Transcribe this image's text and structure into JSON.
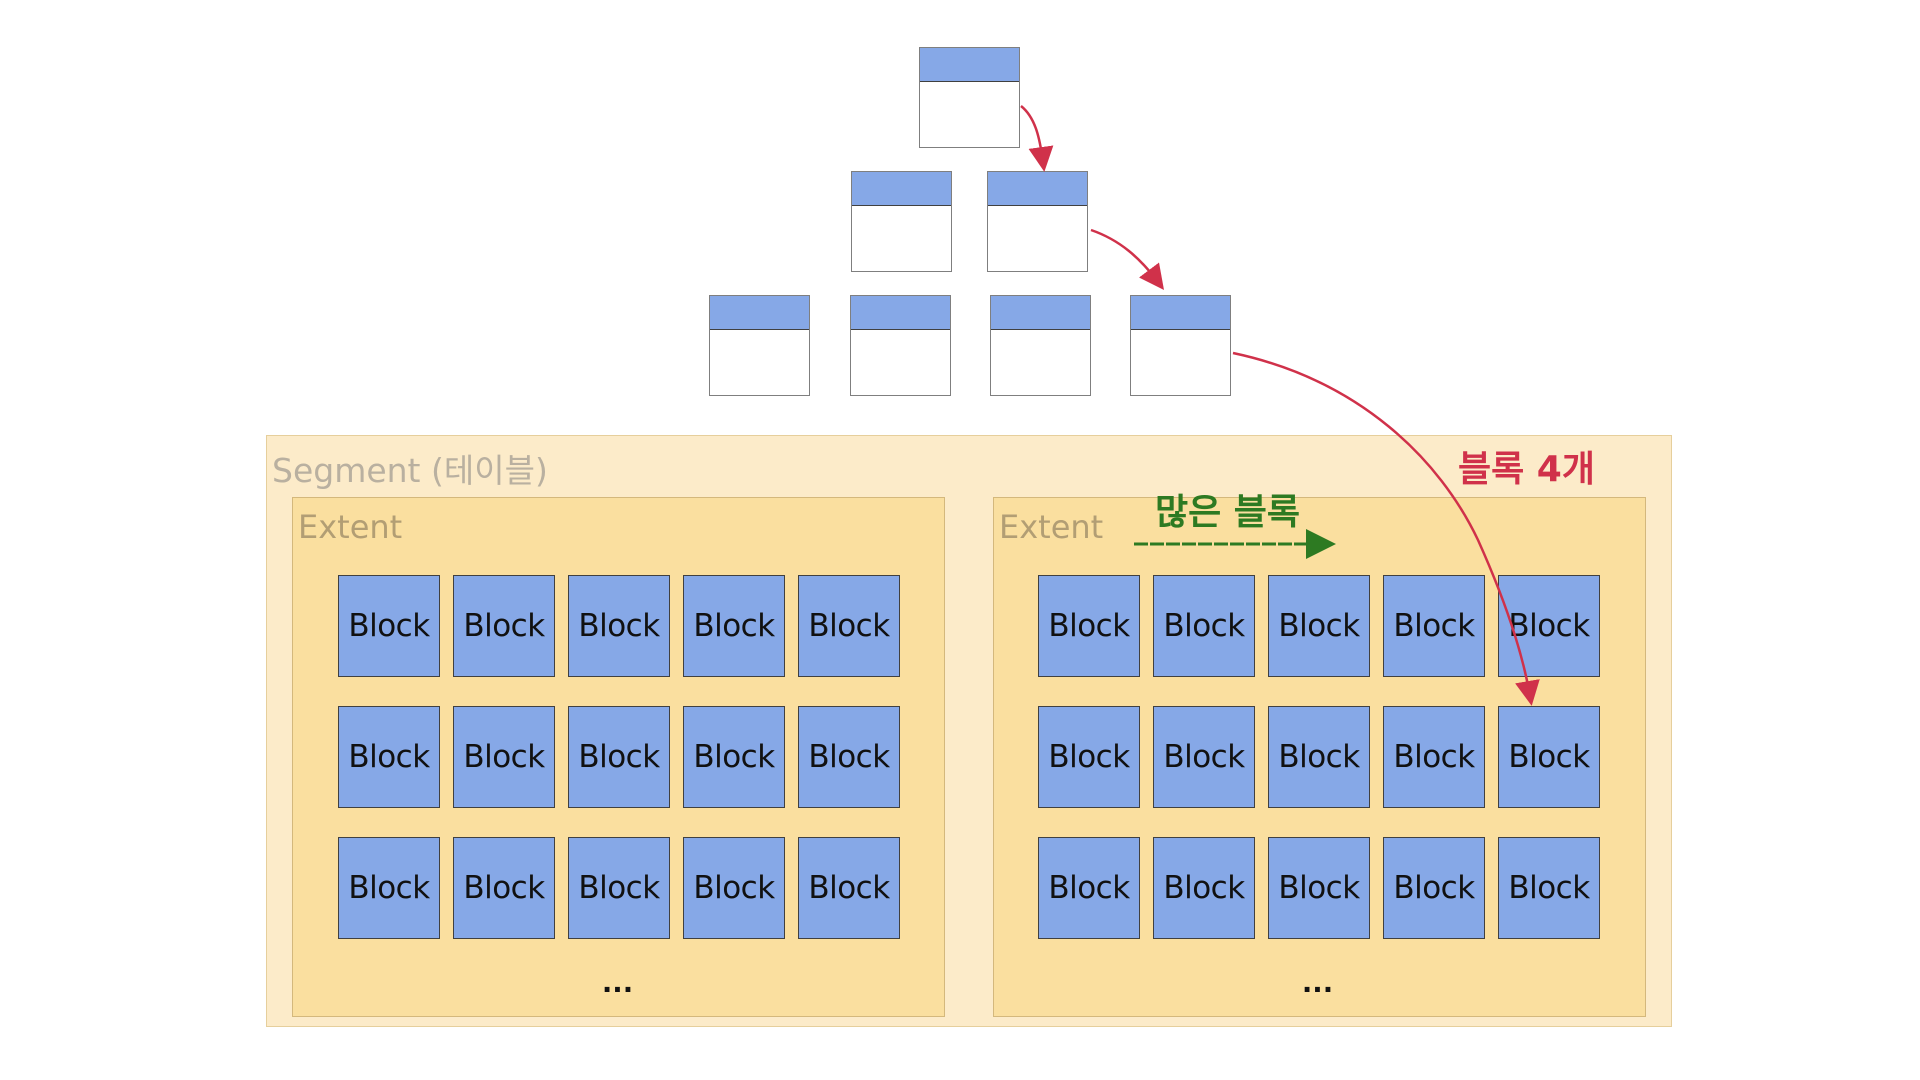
{
  "segment": {
    "label": "Segment (테이블)"
  },
  "extents": [
    {
      "label": "Extent",
      "blocks": [
        "Block",
        "Block",
        "Block",
        "Block",
        "Block",
        "Block",
        "Block",
        "Block",
        "Block",
        "Block",
        "Block",
        "Block",
        "Block",
        "Block",
        "Block"
      ],
      "more": "..."
    },
    {
      "label": "Extent",
      "blocks": [
        "Block",
        "Block",
        "Block",
        "Block",
        "Block",
        "Block",
        "Block",
        "Block",
        "Block",
        "Block",
        "Block",
        "Block",
        "Block",
        "Block",
        "Block"
      ],
      "more": "..."
    }
  ],
  "annotations": {
    "red": "블록 4개",
    "green": "많은 블록"
  },
  "colors": {
    "block_fill": "#86a8e7",
    "segment_fill": "#fcebc9",
    "extent_fill": "#fadf9f",
    "red_arrow": "#d0314a",
    "green_arrow": "#2d7a22"
  }
}
